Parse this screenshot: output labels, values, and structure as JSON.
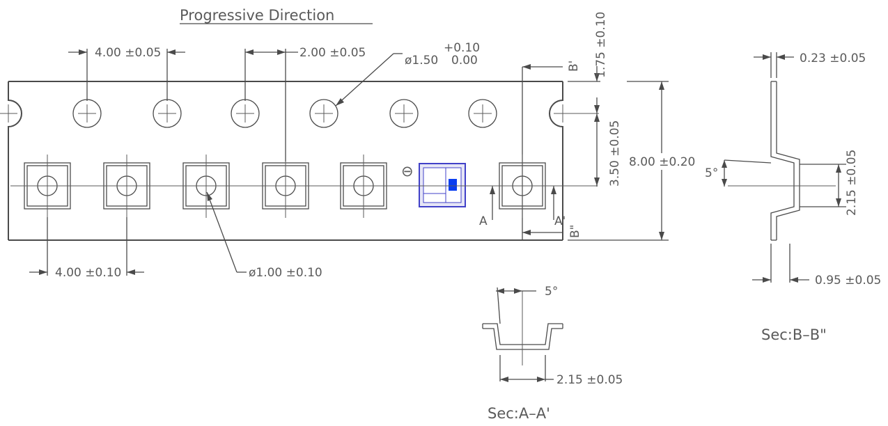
{
  "title": "Progressive Direction",
  "dimensions": {
    "sprocket_pitch": "4.00 ±0.05",
    "hole_to_pocket": "2.00 ±0.05",
    "sprocket_dia": "ø1.50",
    "sprocket_tol_upper": "+0.10",
    "sprocket_tol_lower": "0.00",
    "pocket_pitch": "4.00 ±0.10",
    "pocket_hole_dia": "ø1.00 ±0.10",
    "edge_to_hole": "1.75 ±0.10",
    "hole_to_center": "3.50 ±0.05",
    "tape_width": "8.00 ±0.20",
    "cover_thickness": "0.23 ±0.05",
    "pocket_depth_b": "2.15 ±0.05",
    "draft_angle_b": "5°",
    "pocket_width_b": "0.95 ±0.05",
    "pocket_depth_a": "2.15 ±0.05",
    "draft_angle_a": "5°"
  },
  "section_marks": {
    "a": "A",
    "a_prime": "A'",
    "b": "B'",
    "b_double": "B\""
  },
  "sections": {
    "a": "Sec:A–A'",
    "b": "Sec:B–B\""
  },
  "polarity_mark": "⊖",
  "colors": {
    "line": "#4a4a4a",
    "component_outline": "#4040c8",
    "component_fill": "#0b3ff0"
  }
}
